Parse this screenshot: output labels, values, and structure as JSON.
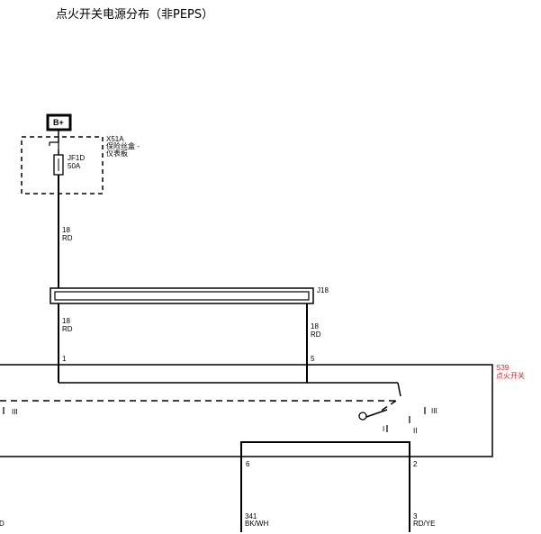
{
  "title": "点火开关电源分布（非PEPS）",
  "power": {
    "label": "B+"
  },
  "fuse_box": {
    "id": "X51A",
    "name_line1": "保险丝盒 -",
    "name_line2": "仪表板",
    "fuse_id": "JF1D",
    "fuse_rating": "50A"
  },
  "wire_top": {
    "gauge": "18",
    "color": "RD"
  },
  "splice": {
    "id": "J18"
  },
  "wire_left": {
    "gauge": "18",
    "color": "RD"
  },
  "wire_right": {
    "gauge": "18",
    "color": "RD"
  },
  "switch": {
    "id": "S39",
    "name": "点火开关",
    "pin_1": "1",
    "pin_5": "5",
    "pin_6": "6",
    "pin_2": "2",
    "pos_III_left": "III",
    "pos_I": "I",
    "pos_II": "II",
    "pos_III_right": "III"
  },
  "wire_out_6": {
    "circuit": "341",
    "color": "BK/WH"
  },
  "wire_out_2": {
    "circuit": "3",
    "color": "RD/YE"
  },
  "wire_out_left": {
    "color_fragment": "D"
  },
  "colors": {
    "line": "#000000",
    "component_label": "#e02020"
  }
}
